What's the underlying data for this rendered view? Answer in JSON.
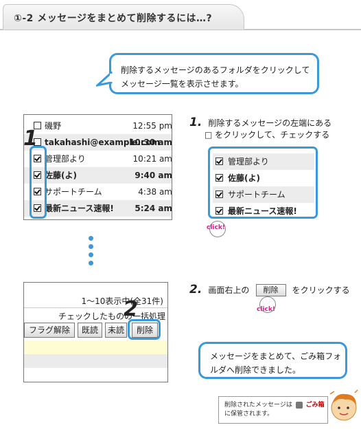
{
  "header": {
    "title": "①-2 メッセージをまとめて削除するには…?"
  },
  "callout_top": {
    "line1": "削除するメッセージのあるフォルダをクリックして",
    "line2": "メッセージ一覧を表示させます。"
  },
  "step1": {
    "number": "1.",
    "text_line1": "削除するメッセージの左端にある",
    "text_line2": "□ をクリックして、チェックする",
    "big_number": "1",
    "click_label": "click!"
  },
  "message_list": [
    {
      "sender": "磯野",
      "time": "12:55 pm",
      "checked": false,
      "unread": false
    },
    {
      "sender": "takahashi@example.com",
      "time": "10:30 am",
      "checked": false,
      "unread": true
    },
    {
      "sender": "管理部より",
      "time": "10:21 am",
      "checked": true,
      "unread": false
    },
    {
      "sender": "佐藤(よ)",
      "time": "9:40 am",
      "checked": true,
      "unread": true
    },
    {
      "sender": "サポートチーム",
      "time": "4:38 am",
      "checked": true,
      "unread": false
    },
    {
      "sender": "最新ニュース速報!",
      "time": "5:24 am",
      "checked": true,
      "unread": true
    }
  ],
  "zoom_list": [
    {
      "sender": "管理部より",
      "checked": true,
      "unread": false
    },
    {
      "sender": "佐藤(よ)",
      "checked": true,
      "unread": true
    },
    {
      "sender": "サポートチーム",
      "checked": true,
      "unread": false
    },
    {
      "sender": "最新ニュース速報!",
      "checked": true,
      "unread": true
    }
  ],
  "step2": {
    "number": "2.",
    "text_before": "画面右上の",
    "button_label": "削除",
    "text_after": "をクリックする",
    "big_number": "2",
    "click_label": "click!"
  },
  "toolbar": {
    "count_text": "1〜10表示中(全31件)",
    "checked_text": "チェックしたものの一括処理",
    "flag_clear": "フラグ解除",
    "read": "既読",
    "unread": "未読",
    "delete": "削除"
  },
  "callout_result": {
    "line1": "メッセージをまとめて、ごみ箱フォ",
    "line2": "ルダへ削除できました。"
  },
  "note": {
    "line1_before": "削除されたメッセージは",
    "trash_label": "ごみ箱",
    "line2": "に保管されます。"
  },
  "colors": {
    "accent": "#3a9ad9",
    "click": "#d0208a",
    "trash_text": "#c00000"
  }
}
